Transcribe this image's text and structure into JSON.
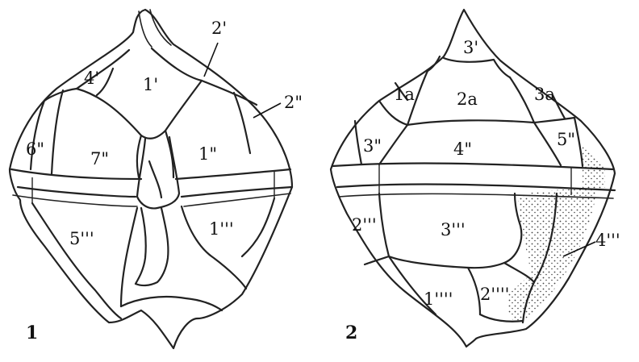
{
  "figures": [
    {
      "number": "1",
      "plates": [
        "2'",
        "4'",
        "1'",
        "2\"",
        "6\"",
        "7\"",
        "1\"",
        "5'''",
        "1'''"
      ]
    },
    {
      "number": "2",
      "plates": [
        "3'",
        "1a",
        "2a",
        "3a",
        "3\"",
        "4\"",
        "5\"",
        "2'''",
        "3'''",
        "4'''",
        "1''''",
        "2''''"
      ]
    }
  ],
  "stipple_color": "#444444"
}
